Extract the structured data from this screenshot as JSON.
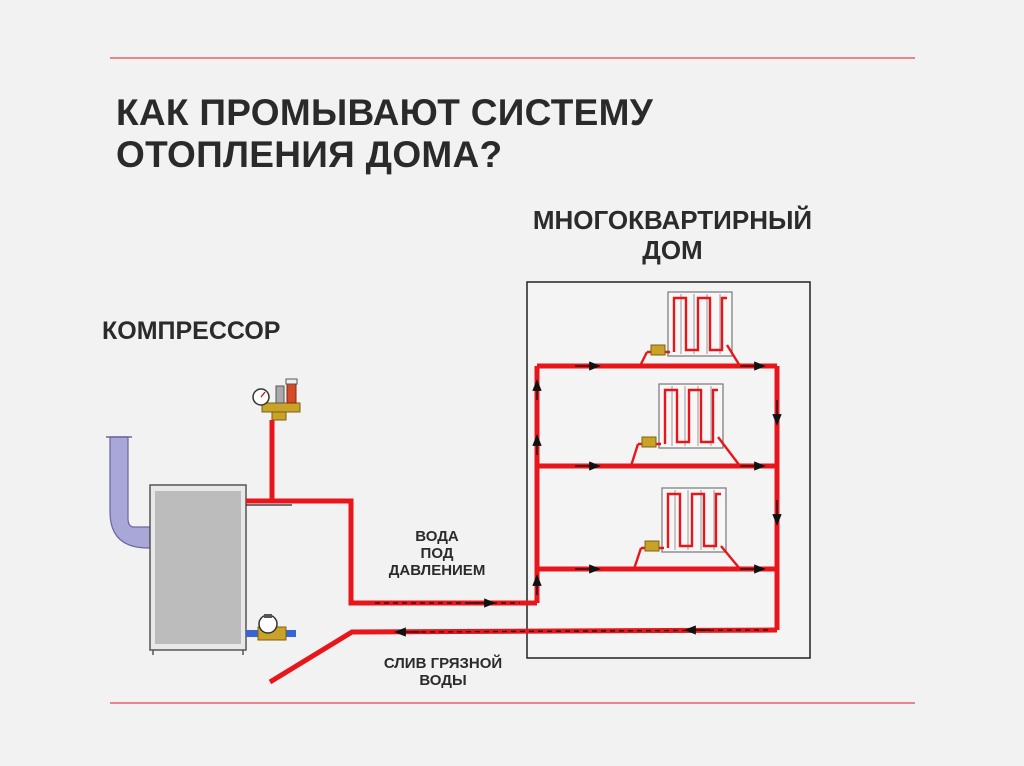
{
  "title": {
    "line1": "КАК ПРОМЫВАЮТ СИСТЕМУ",
    "line2": "ОТОПЛЕНИЯ ДОМА?"
  },
  "labels": {
    "house_line1": "МНОГОКВАРТИРНЫЙ",
    "house_line2": "ДОМ",
    "compressor": "КОМПРЕССОР",
    "water_line1": "ВОДА",
    "water_line2": "ПОД",
    "water_line3": "ДАВЛЕНИЕМ",
    "drain_line1": "СЛИВ ГРЯЗНОЙ",
    "drain_line2": "ВОДЫ"
  },
  "colors": {
    "pipe": "#e8161b",
    "accent_rule": "#e8868a",
    "duct": "#a9a6d8",
    "unit": "#bcbcbc"
  },
  "icons": {
    "pressure_gauge": "gauge-icon",
    "water_meter": "meter-icon",
    "radiator": "radiator-icon",
    "flow_arrow": "arrow-icon"
  }
}
